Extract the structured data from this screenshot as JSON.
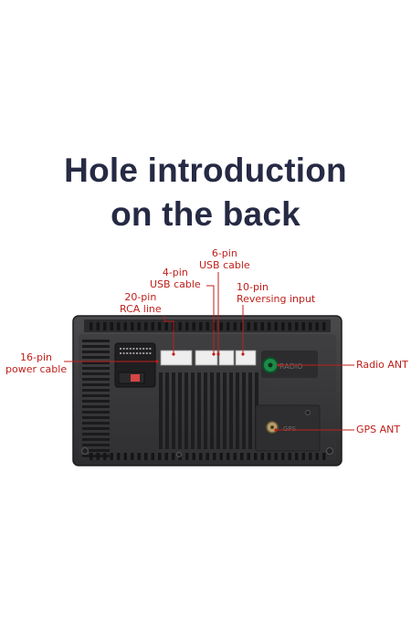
{
  "heading": {
    "line1": "Hole introduction",
    "line2": "on the back"
  },
  "callouts": {
    "pin6": {
      "line1": "6-pin",
      "line2": "USB cable"
    },
    "pin4": {
      "line1": "4-pin",
      "line2": "USB cable"
    },
    "pin10": {
      "line1": "10-pin",
      "line2": "Reversing input"
    },
    "pin20": {
      "line1": "20-pin",
      "line2": "RCA line"
    },
    "pin16": {
      "line1": "16-pin",
      "line2": "power cable"
    },
    "radio": {
      "label": "Radio ANT"
    },
    "gps": {
      "label": "GPS ANT"
    }
  },
  "device_print": {
    "radio": "RADIO",
    "gps": "GPS"
  },
  "colors": {
    "title": "#262a44",
    "callout": "#c0201b",
    "housing": "#3a3a3c",
    "radio_socket": "#1e8a4a"
  }
}
